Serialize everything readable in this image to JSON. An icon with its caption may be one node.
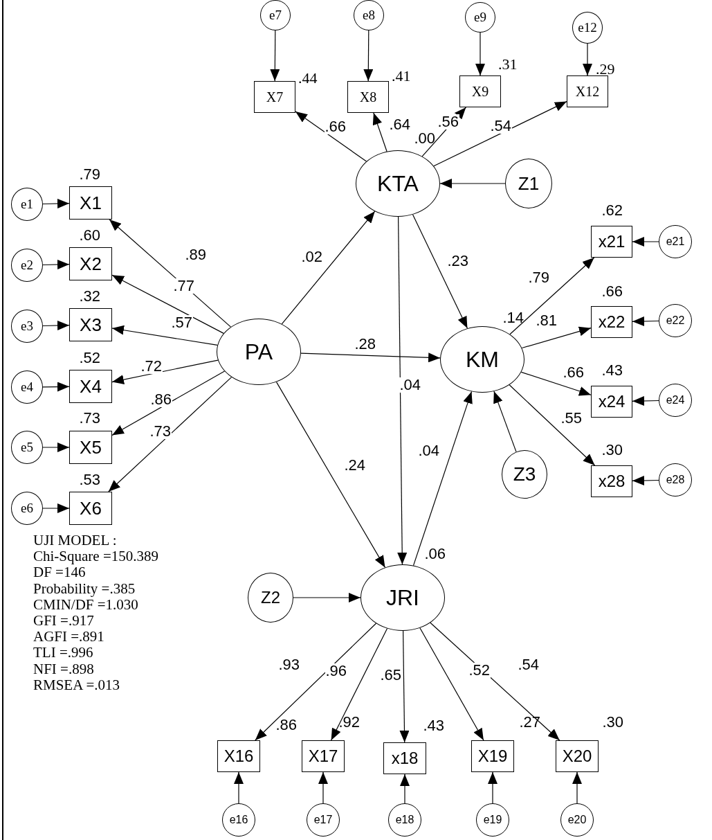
{
  "diagram": {
    "nodes": [
      {
        "text": [
          "e7"
        ]
      },
      {
        "text": [
          "e8"
        ]
      },
      {
        "text": [
          "e9"
        ]
      },
      {
        "text": [
          "e12"
        ]
      },
      {
        "text": [
          "X7"
        ],
        "beside": [
          ".44"
        ]
      },
      {
        "text": [
          "X8"
        ],
        "beside": [
          ".41"
        ]
      },
      {
        "text": [
          "X9"
        ],
        "beside": [
          ".31"
        ]
      },
      {
        "text": [
          "X12"
        ],
        "beside": [
          ".29"
        ]
      },
      {
        "text": [
          "KTA"
        ],
        "beside": [
          ".00"
        ]
      },
      {
        "text": [
          "Z1"
        ]
      },
      {
        "text": [
          "e1"
        ]
      },
      {
        "text": [
          "X1"
        ],
        "beside": [
          ".79"
        ]
      },
      {
        "text": [
          "e2"
        ]
      },
      {
        "text": [
          "X2"
        ],
        "beside": [
          ".60"
        ]
      },
      {
        "text": [
          "e3"
        ]
      },
      {
        "text": [
          "X3"
        ],
        "beside": [
          ".32"
        ]
      },
      {
        "text": [
          "e4"
        ]
      },
      {
        "text": [
          "X4"
        ],
        "beside": [
          ".52"
        ]
      },
      {
        "text": [
          "e5"
        ]
      },
      {
        "text": [
          "X5"
        ],
        "beside": [
          ".73"
        ]
      },
      {
        "text": [
          "e6"
        ]
      },
      {
        "text": [
          "X6"
        ],
        "beside": [
          ".53"
        ]
      },
      {
        "text": [
          "PA"
        ]
      },
      {
        "text": [
          "KM"
        ],
        "beside": [
          ".14"
        ]
      },
      {
        "text": [
          "x21"
        ],
        "beside": [
          ".62"
        ]
      },
      {
        "text": [
          "e21"
        ]
      },
      {
        "text": [
          "x22"
        ],
        "beside": [
          ".66"
        ]
      },
      {
        "text": [
          "e22"
        ]
      },
      {
        "text": [
          "x24"
        ],
        "beside": [
          ".43"
        ]
      },
      {
        "text": [
          "e24"
        ]
      },
      {
        "text": [
          "x28"
        ],
        "beside": [
          ".30"
        ]
      },
      {
        "text": [
          "e28"
        ]
      },
      {
        "text": [
          "Z3"
        ]
      },
      {
        "text": [
          "JRI"
        ],
        "beside": [
          ".06"
        ]
      },
      {
        "text": [
          "Z2"
        ]
      },
      {
        "text": [
          "X16"
        ],
        "beside": [
          ".86"
        ]
      },
      {
        "text": [
          "e16"
        ]
      },
      {
        "text": [
          "X17"
        ],
        "beside": [
          ".92"
        ]
      },
      {
        "text": [
          "e17"
        ]
      },
      {
        "text": [
          "x18"
        ],
        "beside": [
          ".43"
        ]
      },
      {
        "text": [
          "e18"
        ]
      },
      {
        "text": [
          "X19"
        ],
        "beside": [
          ".27"
        ]
      },
      {
        "text": [
          "e19"
        ]
      },
      {
        "text": [
          "X20"
        ],
        "beside": [
          ".30"
        ]
      },
      {
        "text": [
          "e20"
        ]
      }
    ],
    "edges": [
      {
        "from": 0,
        "to": 4,
        "arrow": "to"
      },
      {
        "from": 1,
        "to": 5,
        "arrow": "to"
      },
      {
        "from": 2,
        "to": 6,
        "arrow": "to"
      },
      {
        "from": 3,
        "to": 7,
        "arrow": "to"
      },
      {
        "from": 8,
        "to": 4,
        "arrow": "to",
        "label": ".66"
      },
      {
        "from": 8,
        "to": 5,
        "arrow": "to",
        "label": ".64"
      },
      {
        "from": 8,
        "to": 6,
        "arrow": "to",
        "label": ".56"
      },
      {
        "from": 8,
        "to": 7,
        "arrow": "to",
        "label": ".54"
      },
      {
        "from": 9,
        "to": 8,
        "arrow": "to"
      },
      {
        "from": 10,
        "to": 11,
        "arrow": "to"
      },
      {
        "from": 12,
        "to": 13,
        "arrow": "to"
      },
      {
        "from": 14,
        "to": 15,
        "arrow": "to"
      },
      {
        "from": 16,
        "to": 17,
        "arrow": "to"
      },
      {
        "from": 18,
        "to": 19,
        "arrow": "to"
      },
      {
        "from": 20,
        "to": 21,
        "arrow": "to"
      },
      {
        "from": 22,
        "to": 11,
        "arrow": "to",
        "label": ".89"
      },
      {
        "from": 22,
        "to": 13,
        "arrow": "to",
        "label": ".77"
      },
      {
        "from": 22,
        "to": 15,
        "arrow": "to",
        "label": ".57"
      },
      {
        "from": 22,
        "to": 17,
        "arrow": "to",
        "label": ".72"
      },
      {
        "from": 22,
        "to": 19,
        "arrow": "to",
        "label": ".86"
      },
      {
        "from": 22,
        "to": 21,
        "arrow": "to",
        "label": ".73"
      },
      {
        "from": 22,
        "to": 8,
        "arrow": "to",
        "label": ".02"
      },
      {
        "from": 22,
        "to": 23,
        "arrow": "to",
        "label": ".28"
      },
      {
        "from": 22,
        "to": 33,
        "arrow": "to",
        "label": ".24"
      },
      {
        "from": 8,
        "to": 23,
        "arrow": "to",
        "label": ".23"
      },
      {
        "from": 8,
        "to": 33,
        "arrow": "to",
        "label": ".04"
      },
      {
        "from": 33,
        "to": 23,
        "arrow": "to",
        "label": ".04"
      },
      {
        "from": 23,
        "to": 24,
        "arrow": "to",
        "label": ".79"
      },
      {
        "from": 23,
        "to": 26,
        "arrow": "to",
        "label": ".81"
      },
      {
        "from": 23,
        "to": 28,
        "arrow": "to",
        "label": ".66"
      },
      {
        "from": 23,
        "to": 30,
        "arrow": "to",
        "label": ".55"
      },
      {
        "from": 25,
        "to": 24,
        "arrow": "to"
      },
      {
        "from": 27,
        "to": 26,
        "arrow": "to"
      },
      {
        "from": 29,
        "to": 28,
        "arrow": "to"
      },
      {
        "from": 31,
        "to": 30,
        "arrow": "to"
      },
      {
        "from": 32,
        "to": 23,
        "arrow": "to"
      },
      {
        "from": 34,
        "to": 33,
        "arrow": "to"
      },
      {
        "from": 33,
        "to": 35,
        "arrow": "to",
        "label": ".93"
      },
      {
        "from": 33,
        "to": 37,
        "arrow": "to",
        "label": ".96"
      },
      {
        "from": 33,
        "to": 39,
        "arrow": "to",
        "label": ".65"
      },
      {
        "from": 33,
        "to": 41,
        "arrow": "to",
        "label": ".52"
      },
      {
        "from": 33,
        "to": 43,
        "arrow": "to",
        "label": ".54"
      },
      {
        "from": 36,
        "to": 35,
        "arrow": "to"
      },
      {
        "from": 38,
        "to": 37,
        "arrow": "to"
      },
      {
        "from": 40,
        "to": 39,
        "arrow": "to"
      },
      {
        "from": 42,
        "to": 41,
        "arrow": "to"
      },
      {
        "from": 44,
        "to": 43,
        "arrow": "to"
      }
    ],
    "labels": [
      "UJI MODEL :",
      "Chi-Square =150.389",
      "DF =146",
      "Probability =.385",
      "CMIN/DF =1.030",
      "GFI =.917",
      "AGFI =.891",
      "TLI =.996",
      "NFI =.898",
      "RMSEA =.013"
    ]
  }
}
